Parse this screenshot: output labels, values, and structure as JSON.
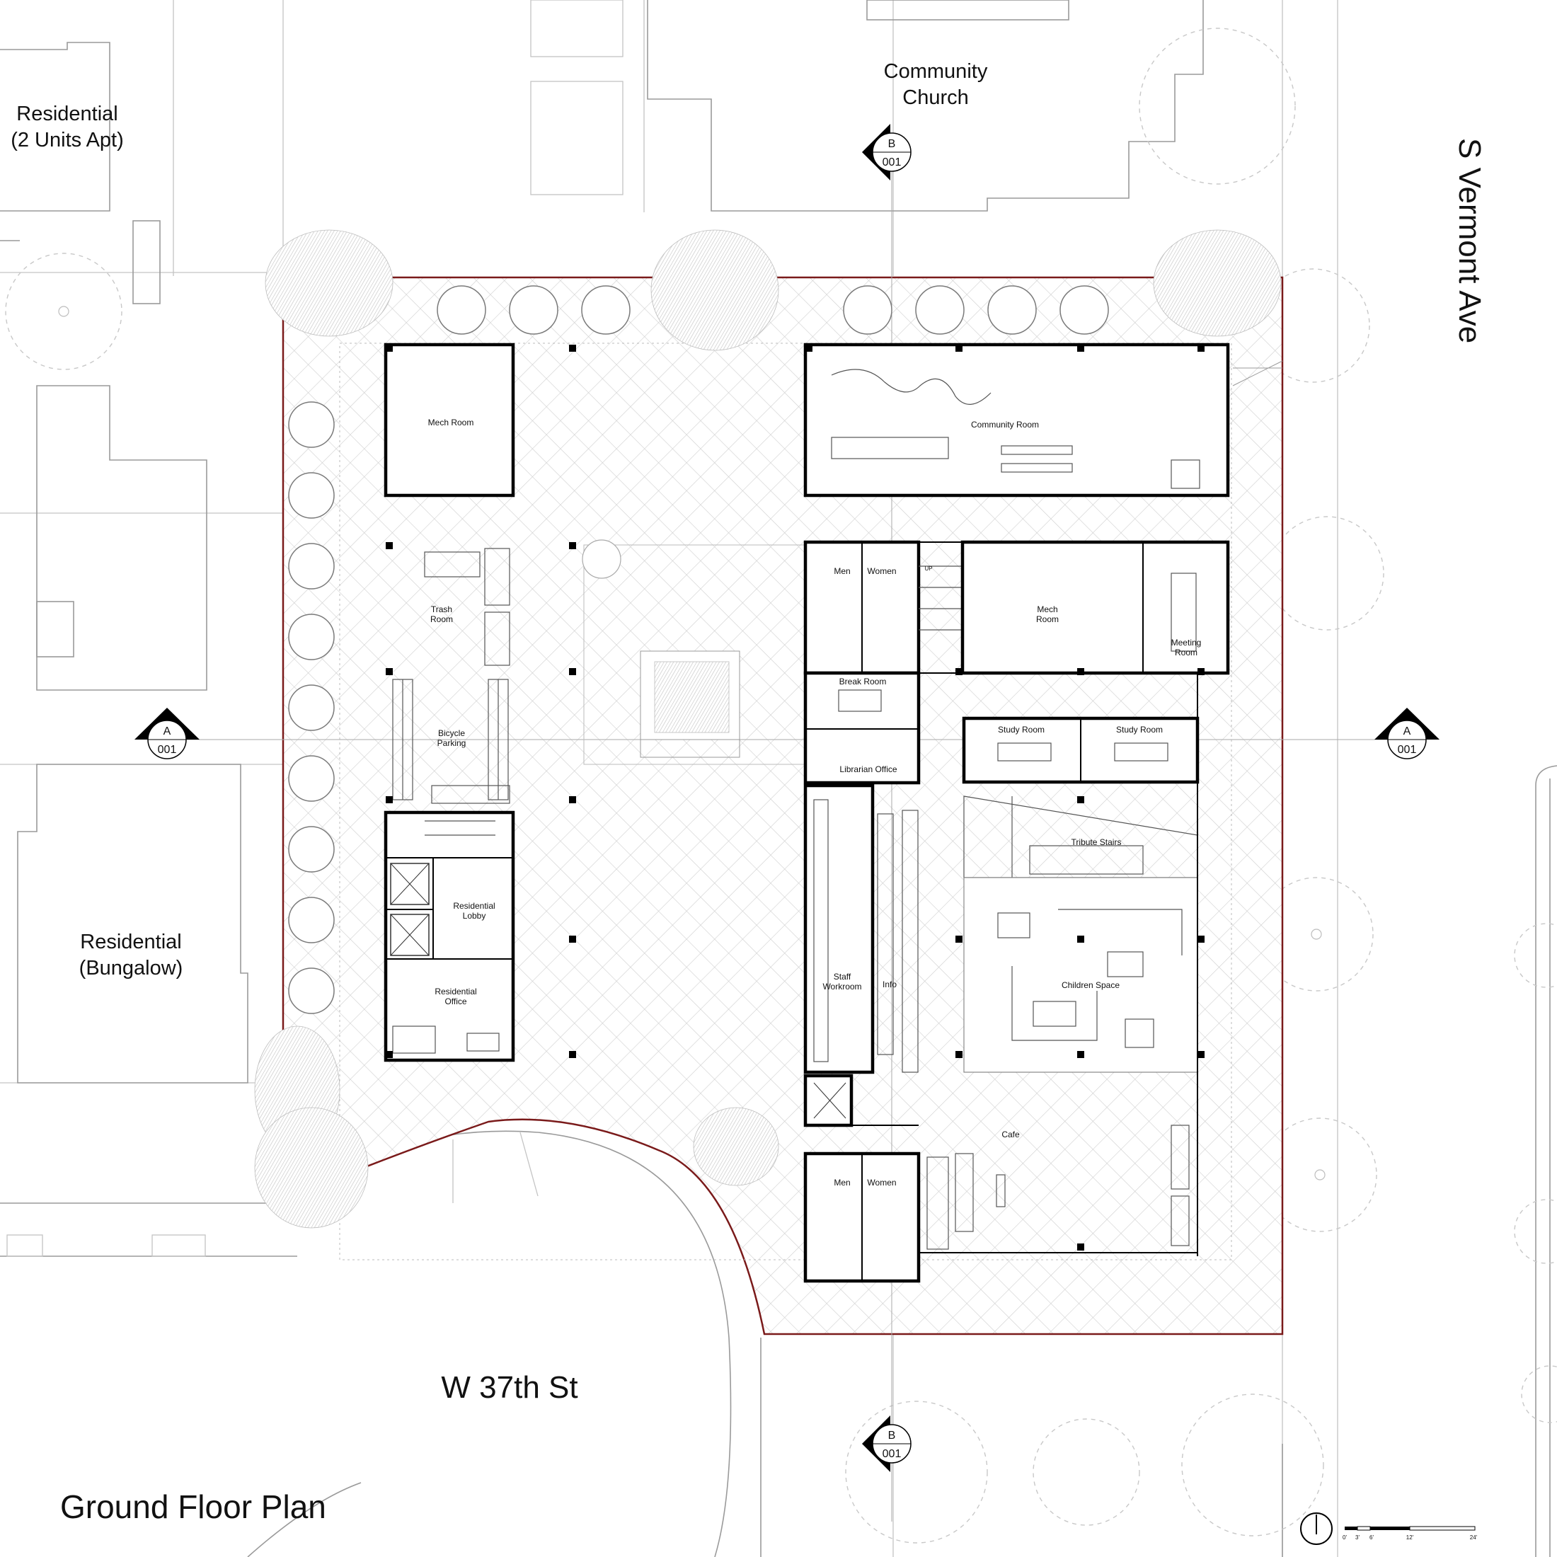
{
  "title": "Ground Floor Plan",
  "context": {
    "church": [
      "Community",
      "Church"
    ],
    "residential_apt": [
      "Residential",
      "(2 Units Apt)"
    ],
    "residential_bungalow": [
      "Residential",
      "(Bungalow)"
    ],
    "street_south": "W 37th St",
    "street_east": "S Vermont Ave"
  },
  "rooms": {
    "mech_room_nw": "Mech Room",
    "community_room": "Community Room",
    "trash_room": [
      "Trash",
      "Room"
    ],
    "bicycle_parking": [
      "Bicycle",
      "Parking"
    ],
    "men_upper": "Men",
    "women_upper": "Women",
    "stair_up": "UP",
    "mech_room_center": [
      "Mech",
      "Room"
    ],
    "meeting_room": [
      "Meeting",
      "Room"
    ],
    "break_room": "Break Room",
    "librarian_office": "Librarian Office",
    "study_room_1": "Study Room",
    "study_room_2": "Study Room",
    "tribute_stairs": "Tribute Stairs",
    "residential_lobby": [
      "Residential",
      "Lobby"
    ],
    "residential_office": [
      "Residential",
      "Office"
    ],
    "children_space": "Children Space",
    "staff_workroom": [
      "Staff",
      "Workroom"
    ],
    "info": "Info",
    "cafe": "Cafe",
    "men_lower": "Men",
    "women_lower": "Women"
  },
  "section_marks": {
    "b_top": {
      "letter": "B",
      "sheet": "001"
    },
    "b_bottom": {
      "letter": "B",
      "sheet": "001"
    },
    "a_left": {
      "letter": "A",
      "sheet": "001"
    },
    "a_right": {
      "letter": "A",
      "sheet": "001"
    }
  },
  "scale_bar": [
    "0'",
    "3'",
    "6'",
    "12'",
    "24'"
  ],
  "colors": {
    "property_line": "#7a1a1a",
    "walls": "#000000",
    "context": "#9a9a9a"
  }
}
